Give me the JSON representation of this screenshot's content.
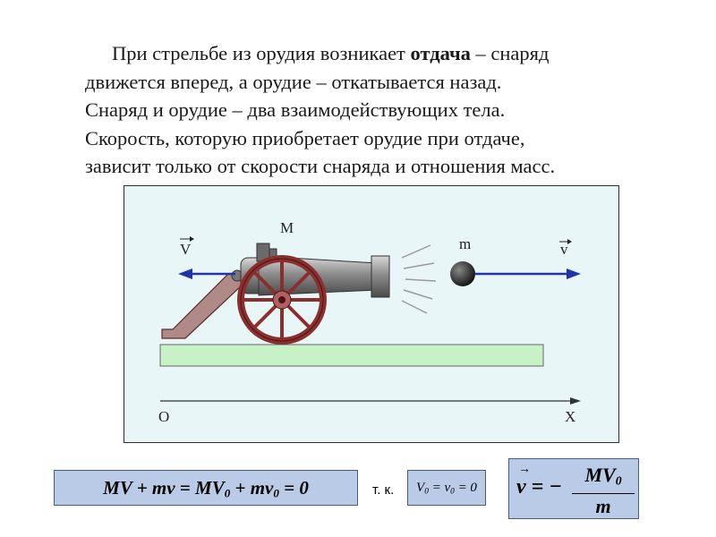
{
  "text": {
    "line1_pre": "При стрельбе из орудия возникает ",
    "line1_bold": "отдача",
    "line1_post": " – снаряд",
    "line2": "движется вперед, а орудие – откатывается назад.",
    "line3": "Снаряд и орудие – два взаимодействующих тела.",
    "line4": "Скорость, которую приобретает орудие при отдаче,",
    "line5": "зависит только от скорости снаряда и отношения масс."
  },
  "figure": {
    "label_M": "M",
    "label_m": "m",
    "label_V": "V",
    "label_v": "v",
    "axis_origin": "O",
    "axis_x": "X",
    "colors": {
      "background": "#e9f6f8",
      "ground": "#c6f2c6",
      "wheel": "#8a2e2e",
      "barrel": "#9a9a9a",
      "arrow": "#2233aa"
    }
  },
  "formulas": {
    "f1_a": "MV + mv = MV",
    "f1_a_sub": "0",
    "f1_b": " + mv",
    "f1_b_sub": "0",
    "f1_c": " = 0",
    "conj": "т. к.",
    "f2_a": "V",
    "f2_a_sub": "0",
    "f2_b": " = v",
    "f2_b_sub": "0",
    "f2_c": " = 0",
    "f3_lhs": "v = −",
    "f3_num": "MV",
    "f3_num_sub": "0",
    "f3_den": "m",
    "f3_vec": "→"
  }
}
